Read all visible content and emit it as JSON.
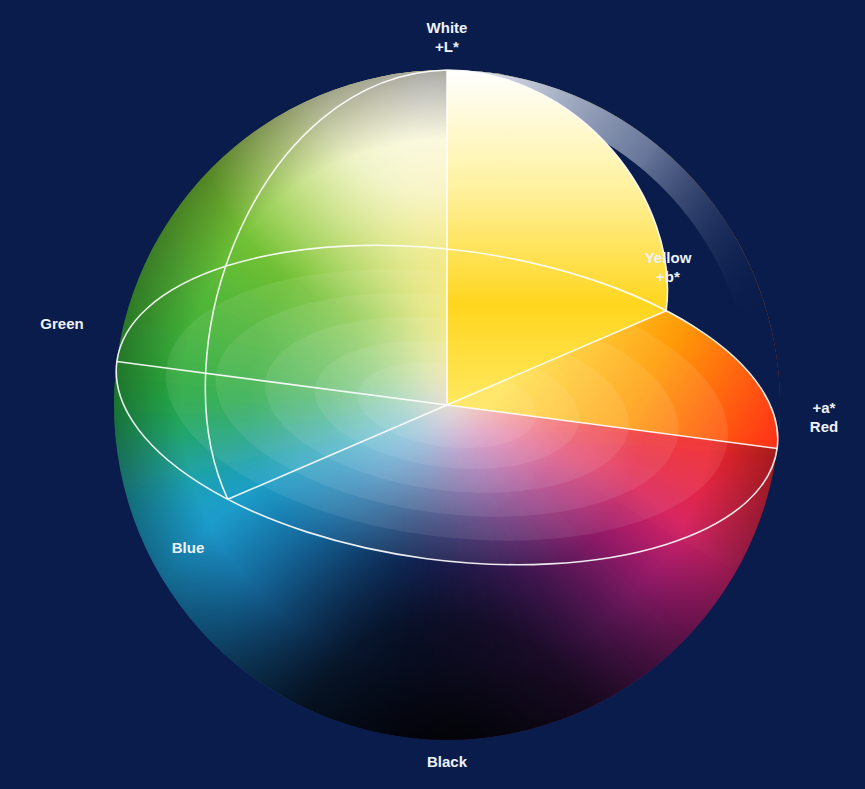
{
  "diagram": {
    "labels": [
      "White +L*",
      "Yellow +b*",
      "Green",
      "+a* Red",
      "Blue",
      "Black"
    ]
  }
}
